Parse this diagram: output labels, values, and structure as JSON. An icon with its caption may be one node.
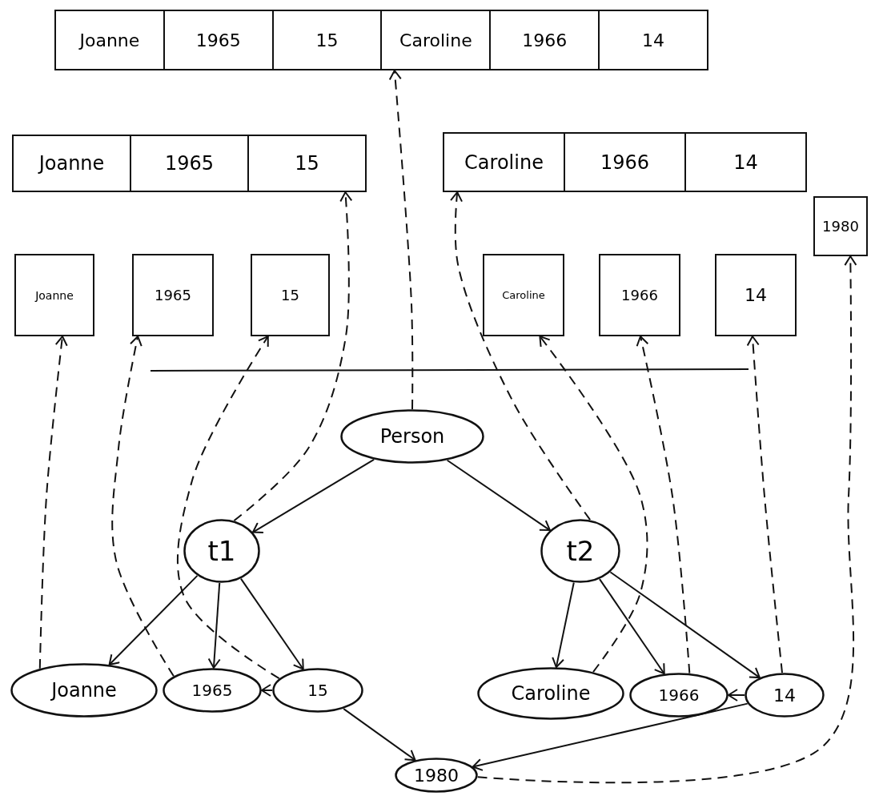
{
  "diagram": {
    "nodes": [
      {
        "text": [
          "Joanne",
          "1965",
          "15",
          "Caroline",
          "1966",
          "14"
        ]
      },
      {
        "text": [
          "Joanne",
          "1965",
          "15"
        ]
      },
      {
        "text": [
          "Caroline",
          "1966",
          "14"
        ]
      },
      {
        "text": [
          "1980"
        ]
      },
      {
        "text": [
          "Joanne"
        ]
      },
      {
        "text": [
          "1965"
        ]
      },
      {
        "text": [
          "15"
        ]
      },
      {
        "text": [
          "Caroline"
        ]
      },
      {
        "text": [
          "1966"
        ]
      },
      {
        "text": [
          "14"
        ]
      },
      {
        "text": [
          "Person"
        ]
      },
      {
        "text": [
          "t1"
        ]
      },
      {
        "text": [
          "t2"
        ]
      },
      {
        "text": [
          "Joanne"
        ]
      },
      {
        "text": [
          "1965"
        ]
      },
      {
        "text": [
          "15"
        ]
      },
      {
        "text": [
          "Caroline"
        ]
      },
      {
        "text": [
          "1966"
        ]
      },
      {
        "text": [
          "14"
        ]
      },
      {
        "text": [
          "1980"
        ]
      }
    ],
    "edges": [
      {
        "from": 10,
        "to": 11,
        "arrow": "to"
      },
      {
        "from": 10,
        "to": 12,
        "arrow": "to"
      },
      {
        "from": 11,
        "to": 13,
        "arrow": "to"
      },
      {
        "from": 11,
        "to": 14,
        "arrow": "to"
      },
      {
        "from": 11,
        "to": 15,
        "arrow": "to"
      },
      {
        "from": 12,
        "to": 16,
        "arrow": "to"
      },
      {
        "from": 12,
        "to": 17,
        "arrow": "to"
      },
      {
        "from": 12,
        "to": 18,
        "arrow": "to"
      },
      {
        "from": 15,
        "to": 14,
        "arrow": "to"
      },
      {
        "from": 18,
        "to": 17,
        "arrow": "to"
      },
      {
        "from": 15,
        "to": 19,
        "arrow": "to"
      },
      {
        "from": 18,
        "to": 19,
        "arrow": "to"
      },
      {
        "from": 13,
        "to": 4,
        "arrow": "to",
        "style": "dashed"
      },
      {
        "from": 14,
        "to": 5,
        "arrow": "to",
        "style": "dashed"
      },
      {
        "from": 15,
        "to": 6,
        "arrow": "to",
        "style": "dashed"
      },
      {
        "from": 11,
        "to": 1,
        "arrow": "to",
        "style": "dashed"
      },
      {
        "from": 10,
        "to": 0,
        "arrow": "to",
        "style": "dashed"
      },
      {
        "from": 12,
        "to": 2,
        "arrow": "to",
        "style": "dashed"
      },
      {
        "from": 16,
        "to": 7,
        "arrow": "to",
        "style": "dashed"
      },
      {
        "from": 17,
        "to": 8,
        "arrow": "to",
        "style": "dashed"
      },
      {
        "from": 18,
        "to": 9,
        "arrow": "to",
        "style": "dashed"
      },
      {
        "from": 19,
        "to": 3,
        "arrow": "to",
        "style": "dashed"
      }
    ]
  }
}
